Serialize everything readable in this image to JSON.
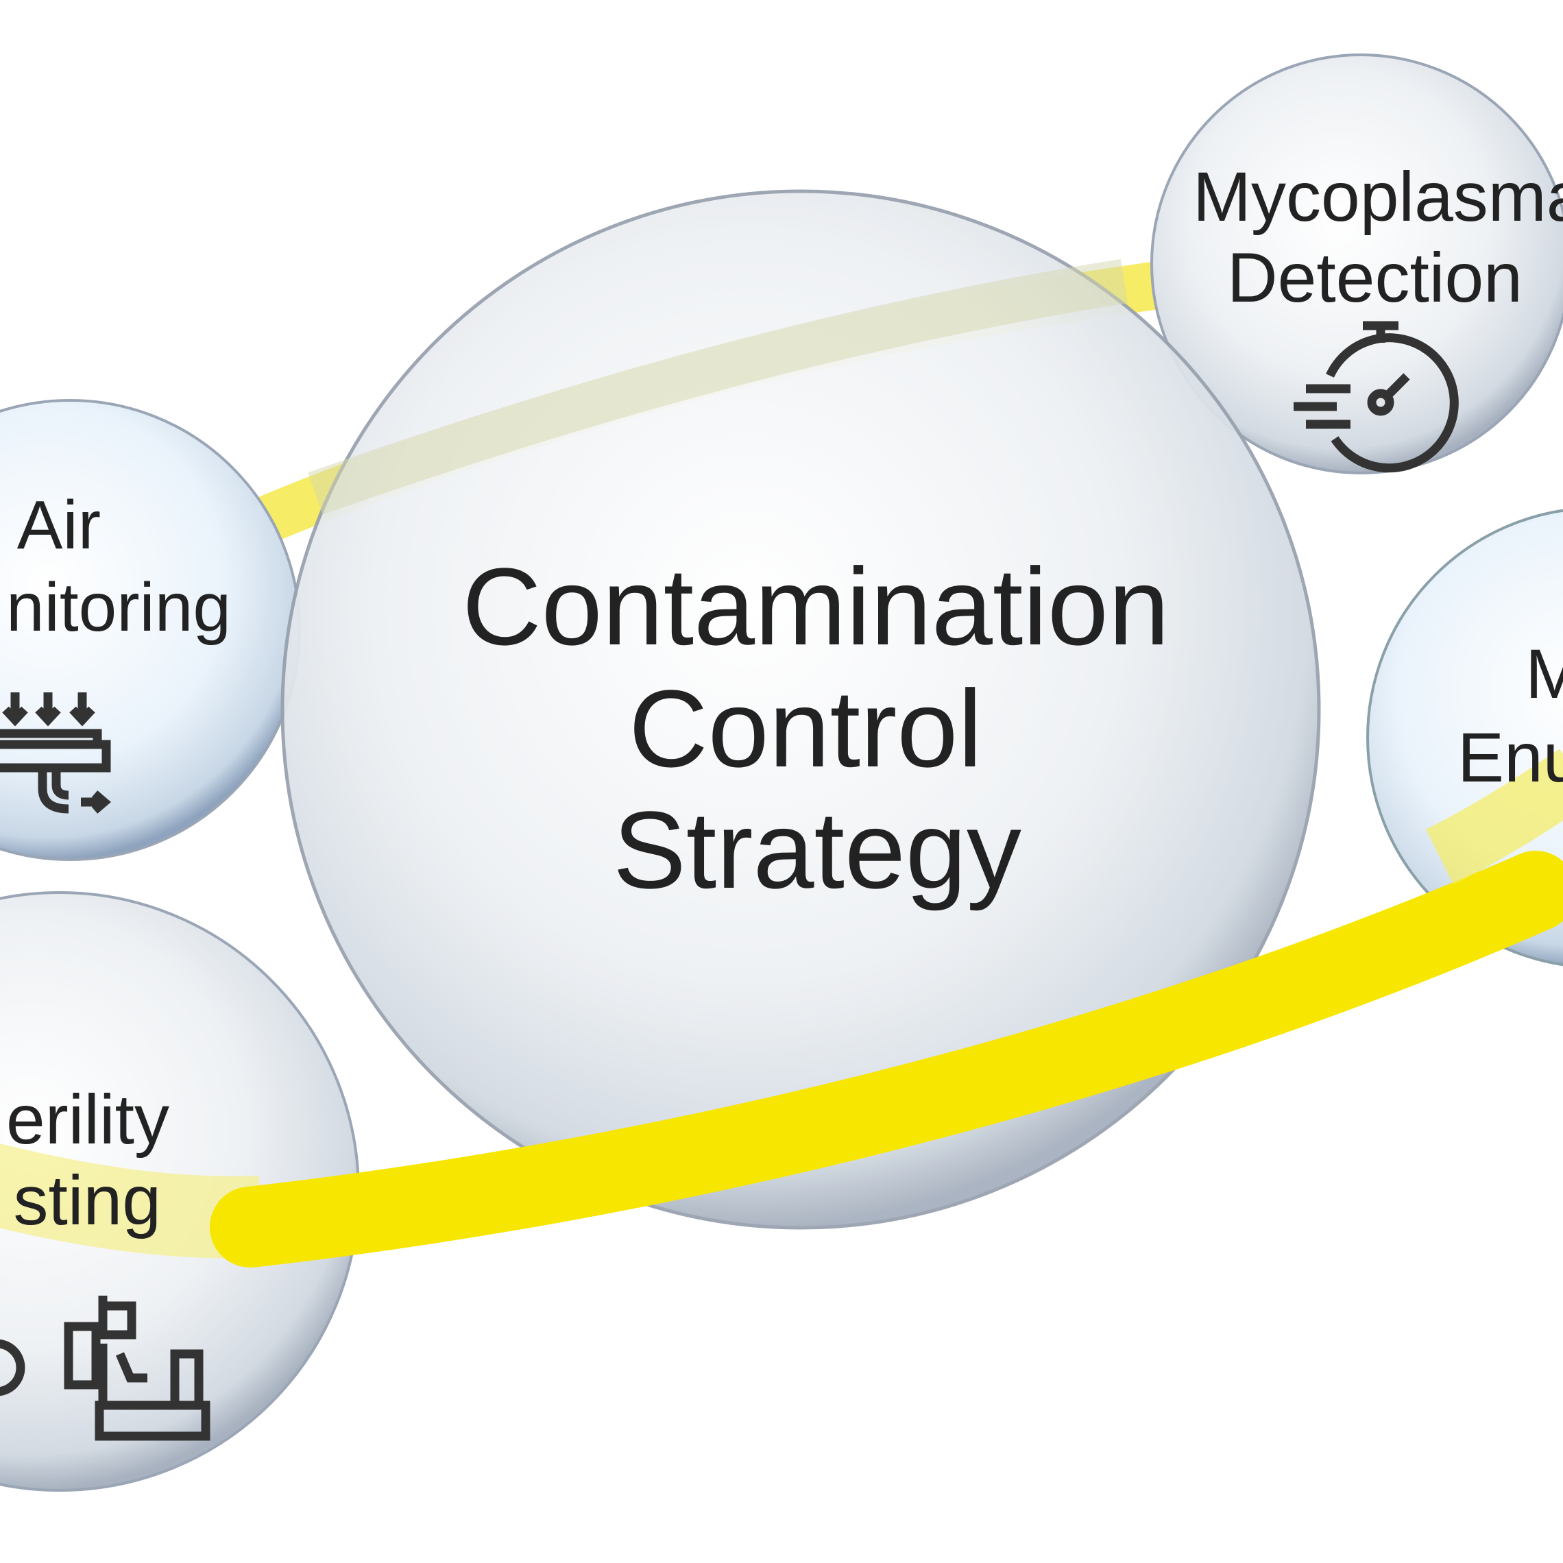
{
  "center": {
    "lines": [
      "Contamination",
      "Control",
      "Strategy"
    ]
  },
  "bubbles": {
    "mycoplasma": {
      "lines": [
        "Mycoplasma",
        "Detection"
      ],
      "icon": "stopwatch-icon"
    },
    "air": {
      "lines": [
        "Air",
        "nitoring"
      ],
      "icon": "air-filter-icon"
    },
    "sterility": {
      "lines": [
        "erility",
        "sting"
      ],
      "icon": "lab-equipment-icon"
    },
    "right": {
      "lines": [
        "M",
        "Enu"
      ]
    }
  },
  "colors": {
    "band": "#f7e600",
    "text": "#222222",
    "icon": "#333333"
  }
}
